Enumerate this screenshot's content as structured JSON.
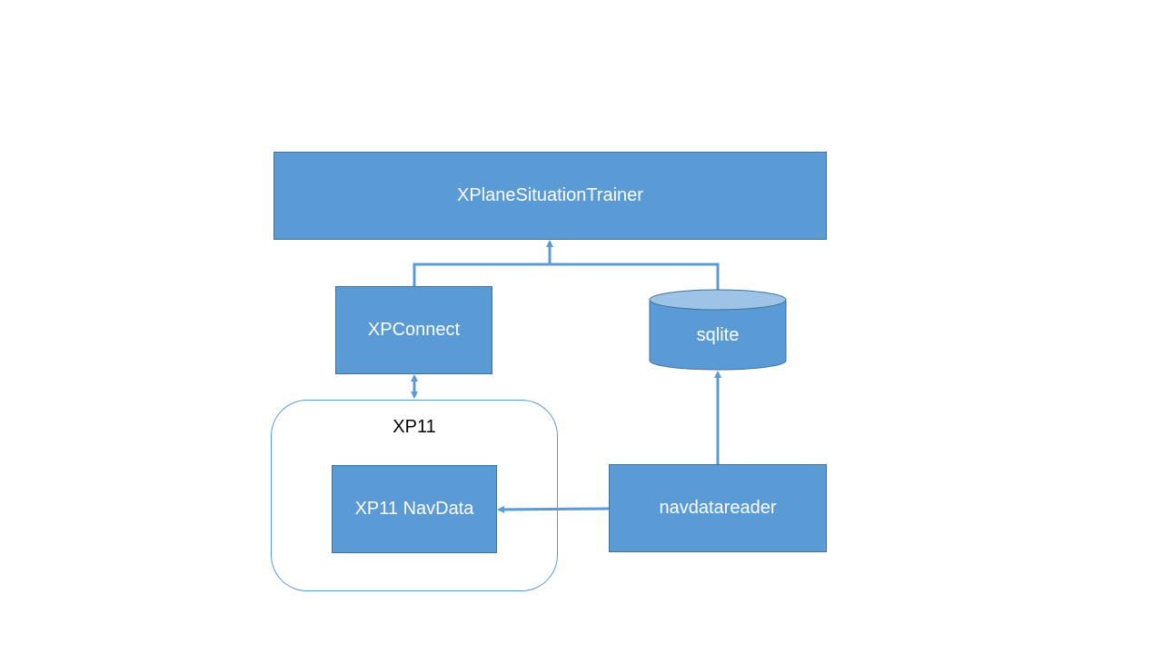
{
  "diagram": {
    "nodes": {
      "trainer": "XPlaneSituationTrainer",
      "xpconnect": "XPConnect",
      "sqlite": "sqlite",
      "xp11_group": "XP11",
      "navdata": "XP11 NavData",
      "navdatareader": "navdatareader"
    },
    "edges": [
      {
        "from": "xpconnect",
        "to": "trainer",
        "type": "arrow"
      },
      {
        "from": "sqlite",
        "to": "trainer",
        "type": "arrow"
      },
      {
        "from": "xpconnect",
        "to": "xp11_group",
        "type": "bidirectional-arrow"
      },
      {
        "from": "navdatareader",
        "to": "sqlite",
        "type": "arrow"
      },
      {
        "from": "navdatareader",
        "to": "navdata",
        "type": "arrow"
      }
    ],
    "colors": {
      "fill": "#5b9bd5",
      "border": "#41719c",
      "cylinder_top": "#9dc3e6",
      "connector": "#5b9bd5",
      "text": "#ffffff"
    }
  }
}
